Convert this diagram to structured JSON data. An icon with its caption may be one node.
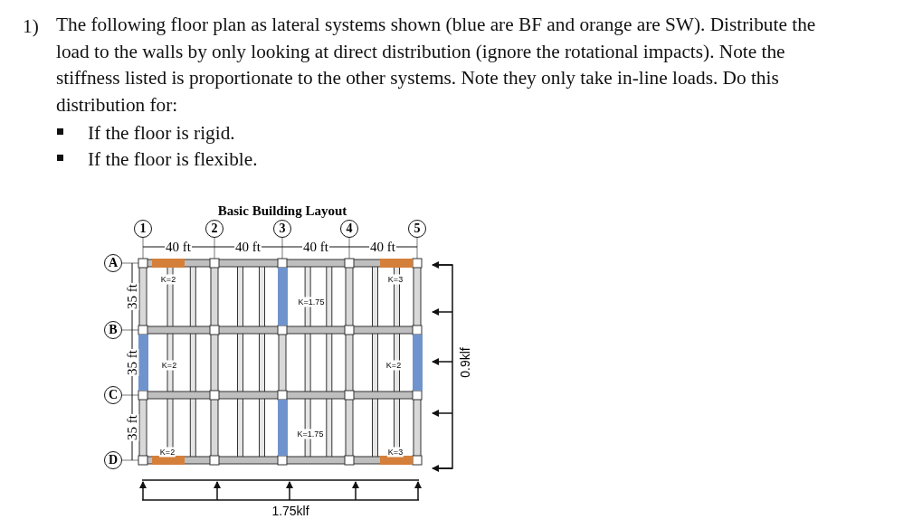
{
  "diagram": {
    "title": "Basic Building Layout",
    "nodes": [
      {
        "text": [
          "1"
        ]
      },
      {
        "text": [
          "2"
        ]
      },
      {
        "text": [
          "3"
        ]
      },
      {
        "text": [
          "4"
        ]
      },
      {
        "text": [
          "5"
        ]
      },
      {
        "text": [
          "A"
        ]
      },
      {
        "text": [
          "B"
        ]
      },
      {
        "text": [
          "C"
        ]
      },
      {
        "text": [
          "D"
        ]
      }
    ],
    "labels": [
      "1)",
      "The following floor plan as lateral systems shown (blue are BF and orange are SW). Distribute the load to the walls by only looking at direct distribution (ignore the rotational impacts). Note the stiffness listed is proportionate to the other systems. Note they only take in-line loads. Do this distribution for:",
      "If the floor is rigid.",
      "If the floor is flexible.",
      "40 ft",
      "40 ft",
      "40 ft",
      "40 ft",
      "35 ft",
      "35 ft",
      "35 ft",
      "K=2",
      "K=3",
      "K=1.75",
      "K=2",
      "K=2",
      "K=1.75",
      "K=2",
      "K=3",
      "0.9klf",
      "1.75klf"
    ]
  }
}
